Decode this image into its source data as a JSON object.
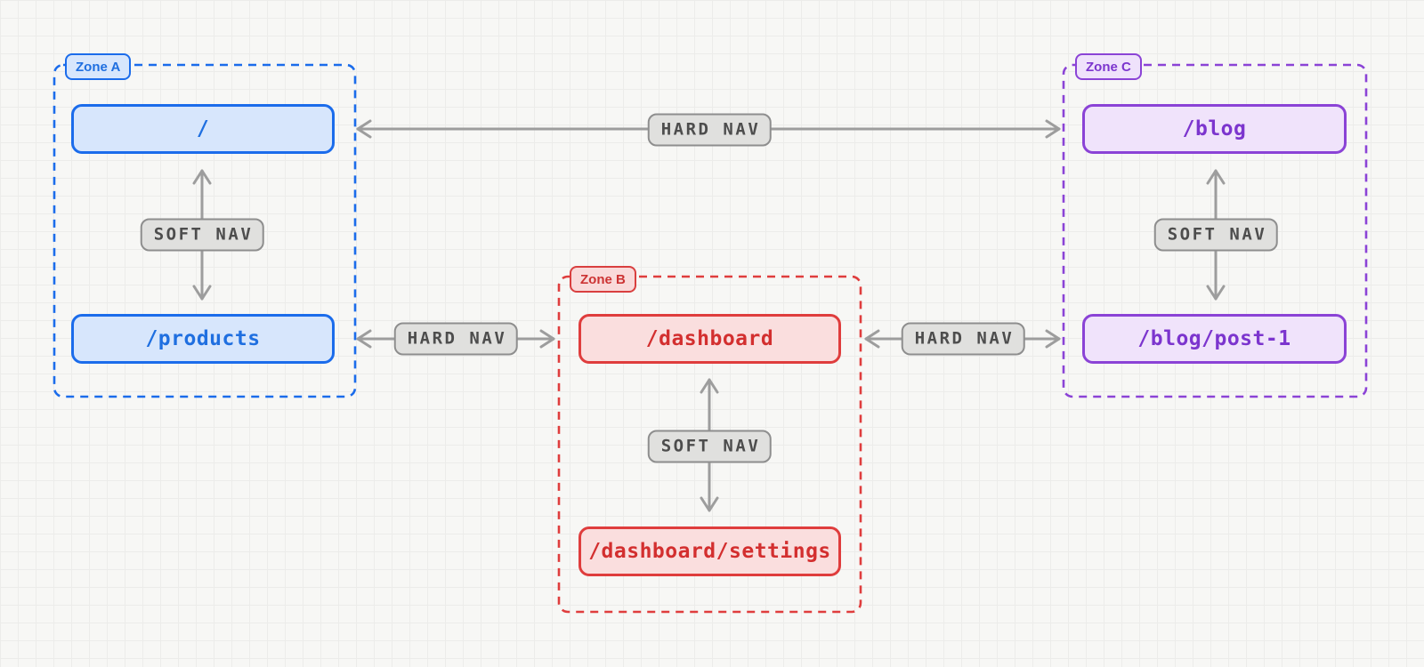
{
  "diagram": {
    "kind": "multi-zone navigation diagram",
    "zones": {
      "zone_a": {
        "label": "Zone A",
        "accent": "#1b6ceb",
        "fill": "#d7e6fc",
        "routes": [
          "/",
          "/products"
        ]
      },
      "zone_b": {
        "label": "Zone B",
        "accent": "#df3d3d",
        "fill": "#fadede",
        "routes": [
          "/dashboard",
          "/dashboard/settings"
        ]
      },
      "zone_c": {
        "label": "Zone C",
        "accent": "#8b43d6",
        "fill": "#f0e3fb",
        "routes": [
          "/blog",
          "/blog/post-1"
        ]
      }
    },
    "nav_labels": {
      "soft": "SOFT NAV",
      "hard": "HARD NAV"
    },
    "connections": [
      {
        "from": "/",
        "to": "/blog",
        "type": "HARD NAV"
      },
      {
        "from": "/",
        "to": "/products",
        "type": "SOFT NAV"
      },
      {
        "from": "/products",
        "to": "/dashboard",
        "type": "HARD NAV"
      },
      {
        "from": "/dashboard",
        "to": "/dashboard/settings",
        "type": "SOFT NAV"
      },
      {
        "from": "/dashboard",
        "to": "/blog/post-1",
        "type": "HARD NAV"
      },
      {
        "from": "/blog",
        "to": "/blog/post-1",
        "type": "SOFT NAV"
      }
    ],
    "colors": {
      "background": "#f7f7f5",
      "grid_line": "#ececea",
      "arrow": "#9d9d9d",
      "pill_fill": "#e0e0de",
      "pill_border": "#8e8e8e",
      "pill_text": "#4d4d4d"
    }
  }
}
